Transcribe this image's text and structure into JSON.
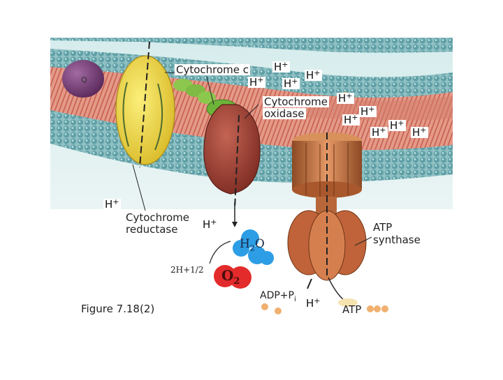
{
  "figure": {
    "caption": "Figure 7.18(2)",
    "labels": {
      "cytochrome_c": "Cytochrome c",
      "cytochrome_oxidase_1": "Cytochrome",
      "cytochrome_oxidase_2": "oxidase",
      "cytochrome_reductase_1": "Cytochrome",
      "cytochrome_reductase_2": "reductase",
      "atp_synthase_1": "ATP",
      "atp_synthase_2": "synthase",
      "ubiquinone": "Q",
      "water": "H",
      "water_sub": "2",
      "water_o": "O",
      "half_reaction": "2H+1/2",
      "oxygen": "O",
      "oxygen_sub": "2",
      "adp_pi": "ADP+P",
      "pi_sub": "i",
      "atp_product": "ATP"
    },
    "proton_label": "H",
    "proton_charge": "+",
    "colors": {
      "membrane_head": "#6fa7ad",
      "membrane_tail": "#d8796b",
      "background_top": "#cfe6e6",
      "background_bottom": "#ffffff",
      "reductase": "#f1d84a",
      "cytochrome_c": "#8bc34a",
      "oxidase": "#a8463a",
      "atp_synthase": "#c9713f",
      "ubiquinone": "#7a3f7a",
      "water": "#2e9fe6",
      "oxygen": "#e23131"
    }
  }
}
